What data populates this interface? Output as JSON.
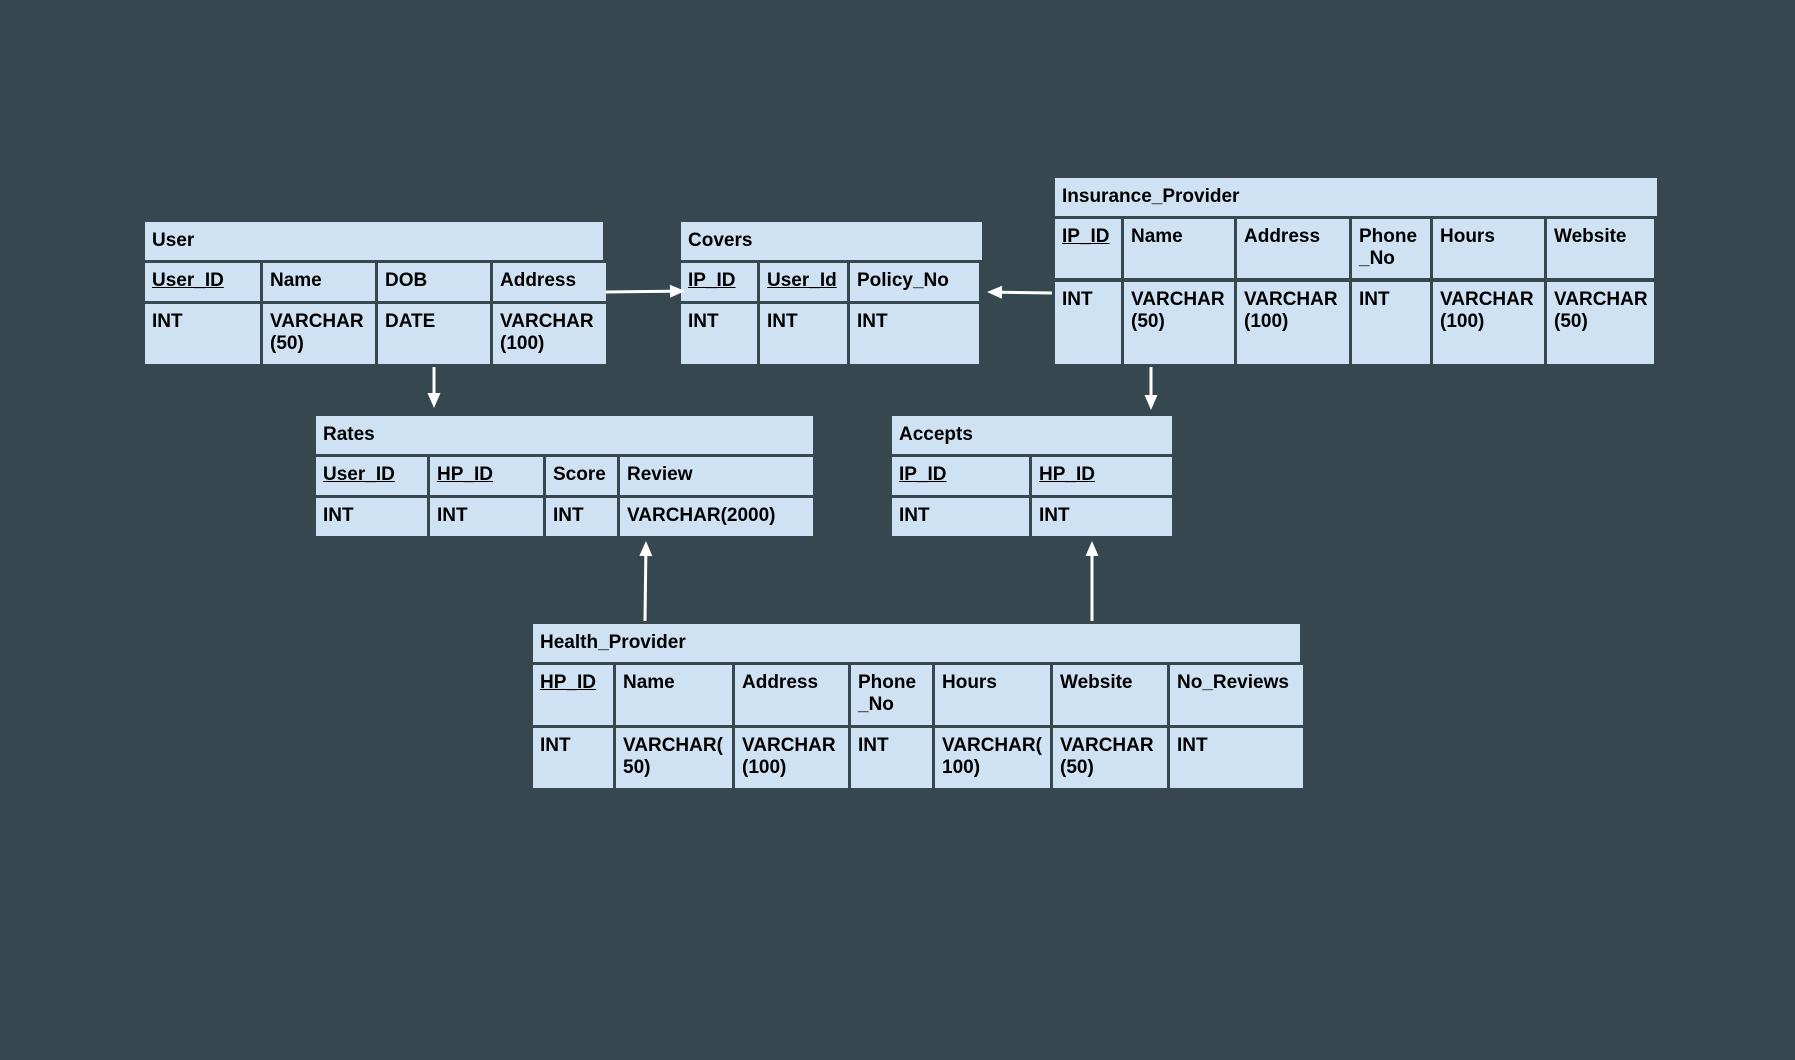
{
  "colors": {
    "background": "#37474f",
    "cell_fill": "#cfe2f3",
    "text": "#000000",
    "arrow": "#ffffff"
  },
  "entities": {
    "user": {
      "title": "User",
      "columns": [
        {
          "name": "User_ID",
          "type": "INT",
          "pk": true
        },
        {
          "name": "Name",
          "type": "VARCHAR\n(50)",
          "pk": false
        },
        {
          "name": "DOB",
          "type": "DATE",
          "pk": false
        },
        {
          "name": "Address",
          "type": "VARCHAR\n(100)",
          "pk": false
        }
      ]
    },
    "covers": {
      "title": "Covers",
      "columns": [
        {
          "name": "IP_ID",
          "type": "INT",
          "pk": true
        },
        {
          "name": "User_Id",
          "type": "INT",
          "pk": true
        },
        {
          "name": "Policy_No",
          "type": "INT",
          "pk": false
        }
      ]
    },
    "insurance_provider": {
      "title": "Insurance_Provider",
      "columns": [
        {
          "name": "IP_ID",
          "type": "INT",
          "pk": true
        },
        {
          "name": "Name",
          "type": "VARCHAR\n(50)",
          "pk": false
        },
        {
          "name": "Address",
          "type": "VARCHAR\n(100)",
          "pk": false
        },
        {
          "name": "Phone\n_No",
          "type": "INT",
          "pk": false
        },
        {
          "name": "Hours",
          "type": "VARCHAR\n(100)",
          "pk": false
        },
        {
          "name": "Website",
          "type": "VARCHAR\n(50)",
          "pk": false
        }
      ]
    },
    "rates": {
      "title": "Rates",
      "columns": [
        {
          "name": "User_ID",
          "type": "INT",
          "pk": true
        },
        {
          "name": "HP_ID",
          "type": "INT",
          "pk": true
        },
        {
          "name": "Score",
          "type": "INT",
          "pk": false
        },
        {
          "name": "Review",
          "type": "VARCHAR(2000)",
          "pk": false
        }
      ]
    },
    "accepts": {
      "title": "Accepts",
      "columns": [
        {
          "name": "IP_ID",
          "type": "INT",
          "pk": true
        },
        {
          "name": "HP_ID",
          "type": "INT",
          "pk": true
        }
      ]
    },
    "health_provider": {
      "title": "Health_Provider",
      "columns": [
        {
          "name": "HP_ID",
          "type": "INT",
          "pk": true
        },
        {
          "name": "Name",
          "type": "VARCHAR(\n50)",
          "pk": false
        },
        {
          "name": "Address",
          "type": "VARCHAR\n(100)",
          "pk": false
        },
        {
          "name": "Phone\n_No",
          "type": "INT",
          "pk": false
        },
        {
          "name": "Hours",
          "type": "VARCHAR(\n100)",
          "pk": false
        },
        {
          "name": "Website",
          "type": "VARCHAR\n(50)",
          "pk": false
        },
        {
          "name": "No_Reviews",
          "type": "INT",
          "pk": false
        }
      ]
    }
  },
  "relationships": [
    {
      "from": "user",
      "to": "covers"
    },
    {
      "from": "insurance_provider",
      "to": "covers"
    },
    {
      "from": "user",
      "to": "rates"
    },
    {
      "from": "insurance_provider",
      "to": "accepts"
    },
    {
      "from": "health_provider",
      "to": "rates"
    },
    {
      "from": "health_provider",
      "to": "accepts"
    }
  ]
}
